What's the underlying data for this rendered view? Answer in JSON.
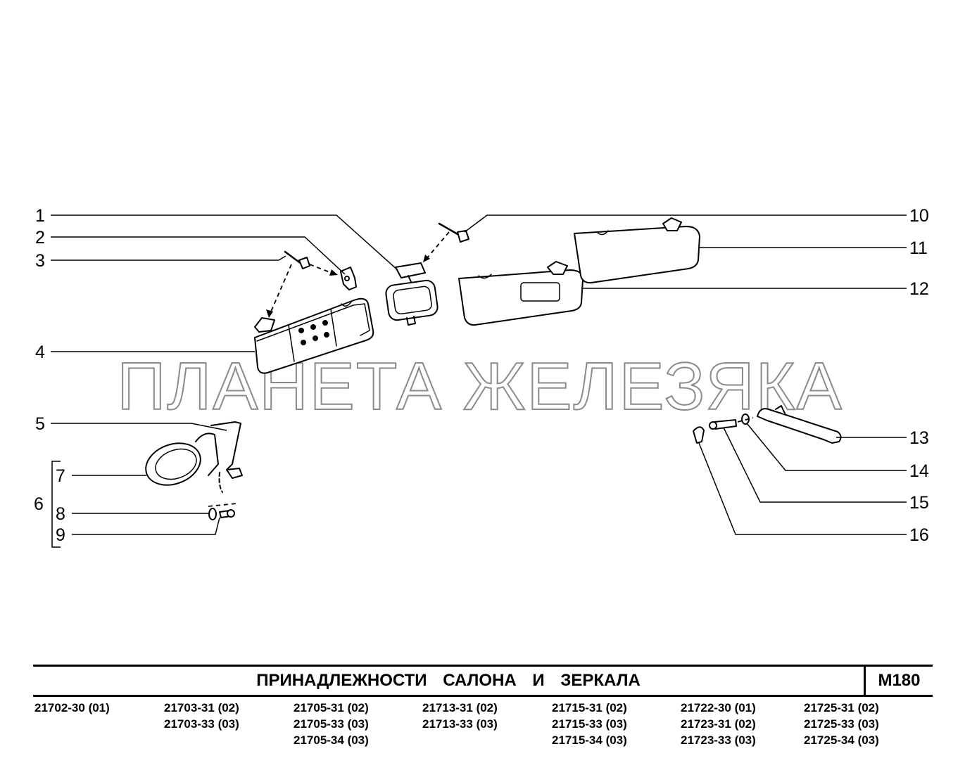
{
  "watermark": "ПЛАНЕТА ЖЕЛЕЗЯКА",
  "callouts": [
    {
      "id": "1",
      "label": "1"
    },
    {
      "id": "2",
      "label": "2"
    },
    {
      "id": "3",
      "label": "3"
    },
    {
      "id": "4",
      "label": "4"
    },
    {
      "id": "5",
      "label": "5"
    },
    {
      "id": "6",
      "label": "6"
    },
    {
      "id": "7",
      "label": "7"
    },
    {
      "id": "8",
      "label": "8"
    },
    {
      "id": "9",
      "label": "9"
    },
    {
      "id": "10",
      "label": "10"
    },
    {
      "id": "11",
      "label": "11"
    },
    {
      "id": "12",
      "label": "12"
    },
    {
      "id": "13",
      "label": "13"
    },
    {
      "id": "14",
      "label": "14"
    },
    {
      "id": "15",
      "label": "15"
    },
    {
      "id": "16",
      "label": "16"
    }
  ],
  "title_block": {
    "title": "ПРИНАДЛЕЖНОСТИ САЛОНА И ЗЕРКАЛА",
    "code": "M180"
  },
  "models": [
    [
      "21702-30 (01)"
    ],
    [
      "21703-31 (02)",
      "21703-33 (03)"
    ],
    [
      "21705-31 (02)",
      "21705-33 (03)",
      "21705-34 (03)"
    ],
    [
      "21713-31 (02)",
      "21713-33 (03)"
    ],
    [
      "21715-31 (02)",
      "21715-33 (03)",
      "21715-34 (03)"
    ],
    [
      "21722-30 (01)",
      "21723-31 (02)",
      "21723-33 (03)"
    ],
    [
      "21725-31 (02)",
      "21725-33 (03)",
      "21725-34 (03)"
    ]
  ]
}
